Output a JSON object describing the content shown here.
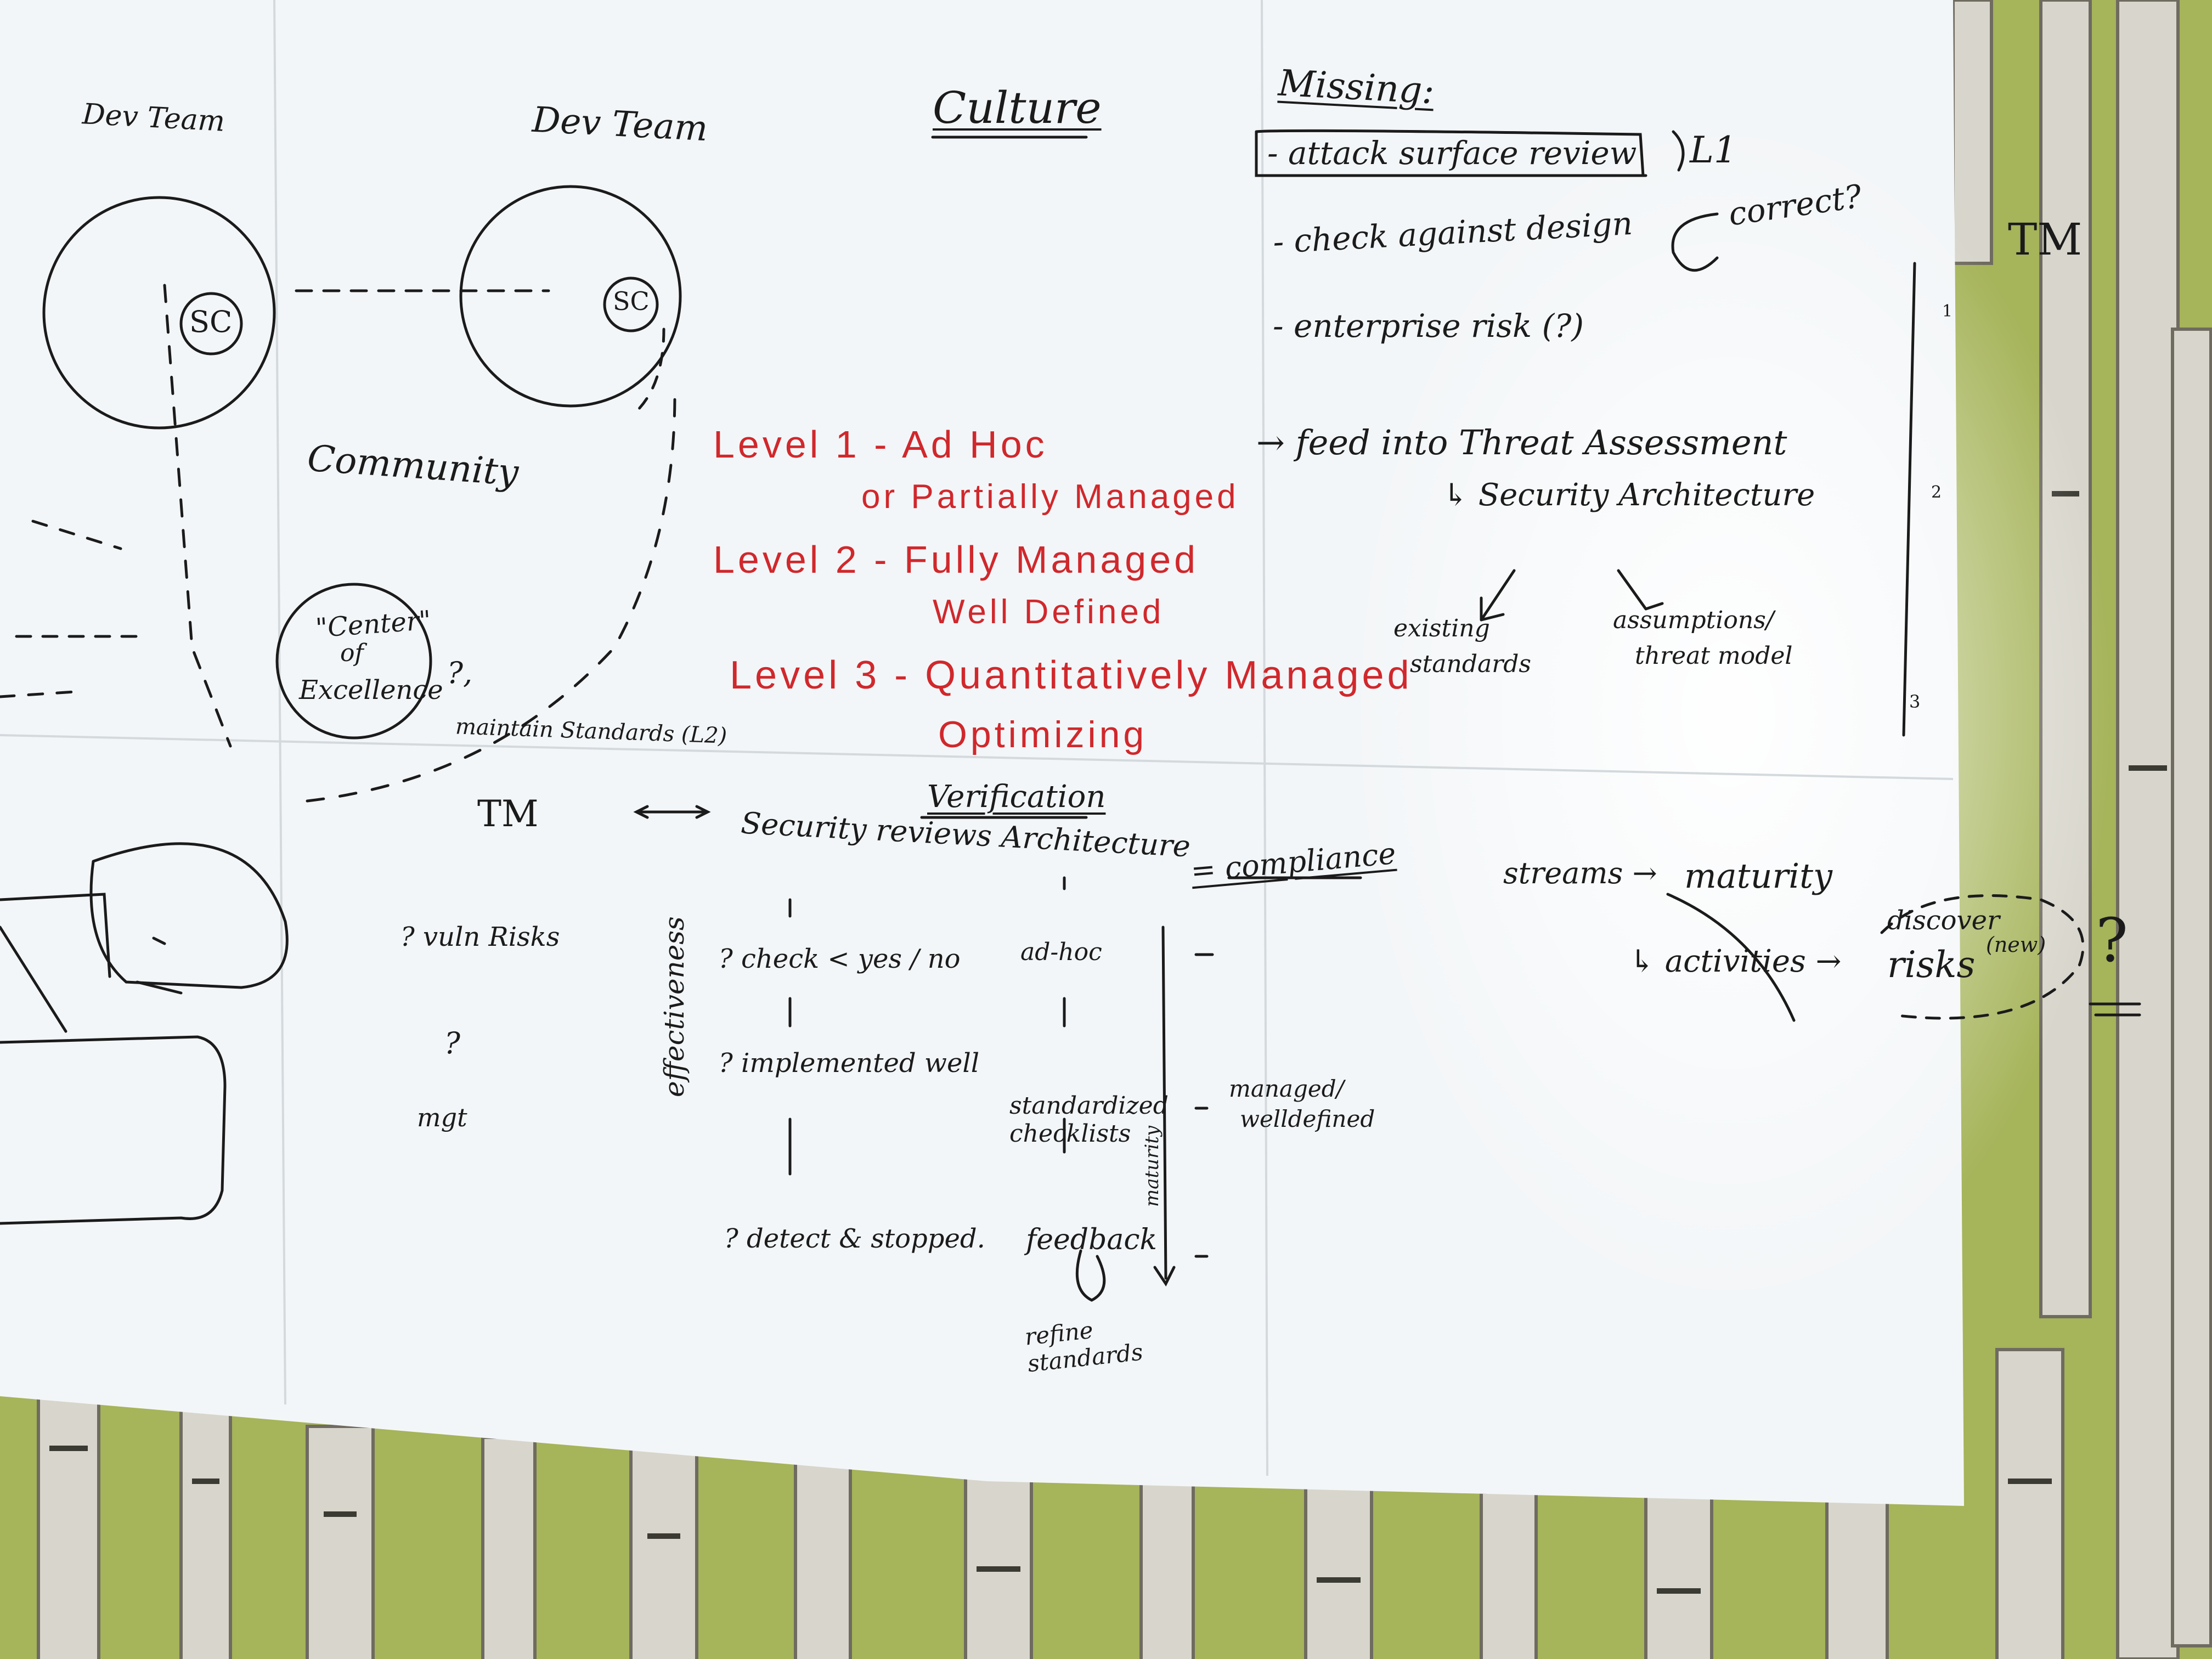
{
  "teams": {
    "left_label": "Dev Team",
    "right_label": "Dev Team",
    "sc_label": "SC",
    "community": "Community",
    "center_of_excellence": [
      "\"Center\"",
      "of",
      "Excellence"
    ],
    "question": "?,",
    "maintain_standards": "maintain Standards (L2)"
  },
  "culture": {
    "title": "Culture",
    "levels": [
      "Level 1 - Ad Hoc",
      "or Partially Managed",
      "Level 2 - Fully Managed",
      "Well Defined",
      "Level 3 - Quantitatively Managed",
      "Optimizing"
    ]
  },
  "missing": {
    "title": "Missing:",
    "items": [
      "- attack surface review",
      "- check against design",
      "- enterprise risk (?)"
    ],
    "l1": "L1",
    "correct": "correct?",
    "feed_into": "→ feed into Threat Assessment",
    "security_architecture": "↳ Security Architecture",
    "existing_standards": [
      "existing",
      "standards"
    ],
    "assumptions": [
      "assumptions/",
      "threat model"
    ]
  },
  "tm_scale": {
    "label": "TM",
    "marks": [
      "1",
      "2",
      "3"
    ]
  },
  "verification": {
    "title": "Verification",
    "tm": "TM",
    "arrow": "↔",
    "header": "Security reviews Architecture",
    "compliance": "= compliance",
    "effectiveness": "effectiveness",
    "maturity": "maturity",
    "left_col": [
      "? vuln Risks",
      "?",
      "mgt"
    ],
    "mid_col": [
      "? check < yes / no",
      "? implemented well",
      "? detect & stopped."
    ],
    "right_col": [
      "ad-hoc",
      "standardized checklists",
      "feedback",
      "refine standards"
    ],
    "managed": [
      "managed/",
      "welldefined"
    ]
  },
  "streams": {
    "streams": "streams →",
    "maturity": "maturity",
    "activities": "↳ activities →",
    "risks": "risks",
    "discover": "discover",
    "new": "(new)",
    "mark": "?"
  },
  "colors": {
    "ink": "#1b1b1b",
    "red_ink": "#d0282c",
    "board": "#f3f6f8",
    "wallpaper": "#a6b45a"
  }
}
